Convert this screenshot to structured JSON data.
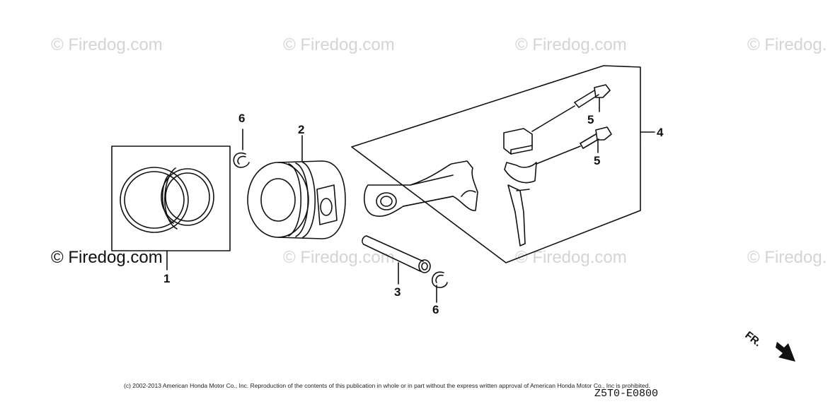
{
  "watermarks": [
    "© Firedog.com",
    "© Firedog.com",
    "© Firedog.com",
    "© Firedog.",
    "© Firedog.com",
    "© Firedog.com",
    "© Firedog.com",
    "© Firedog."
  ],
  "callouts": {
    "ring_set": "1",
    "piston": "2",
    "piston_pin": "3",
    "connecting_rod_set": "4",
    "rod_bolt_upper": "5",
    "rod_bolt_lower": "5",
    "clip_upper": "6",
    "clip_lower": "6"
  },
  "direction_label": "FR.",
  "copyright": "(c) 2002-2013 American Honda Motor Co., Inc. Reproduction of the contents of this publication in whole or in part without the express written approval of American Honda Motor Co., Inc is prohibited.",
  "diagram_code": "Z5T0-E0800"
}
